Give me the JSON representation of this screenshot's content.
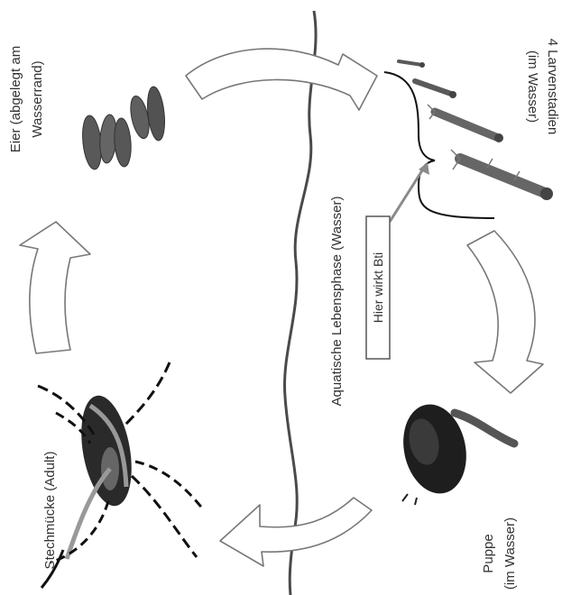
{
  "labels": {
    "eggs_line1": "Eier (abgelegt am",
    "eggs_line2": "Wasserrand)",
    "larvae_line1": "4 Larvenstadien",
    "larvae_line2": "(im Wasser)",
    "pupa_line1": "Puppe",
    "pupa_line2": "(im Wasser)",
    "adult": "Stechmücke (Adult)",
    "aquatic_phase": "Aquatische Lebensphase (Wasser)",
    "bti_box": "Hier wirkt Bti"
  },
  "colors": {
    "water_line": "#4a4a4a",
    "arrow_stroke": "#777777",
    "egg_fill": "#5a5a5a",
    "text": "#333333"
  },
  "icons": {
    "eggs": "mosquito-eggs-icon",
    "larvae": "mosquito-larvae-icon",
    "pupa": "mosquito-pupa-icon",
    "adult": "mosquito-adult-icon"
  }
}
